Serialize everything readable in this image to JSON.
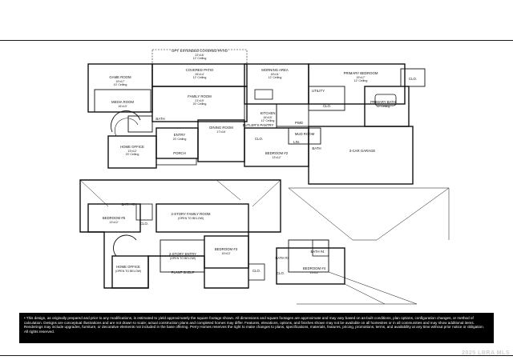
{
  "first_floor": {
    "rooms": [
      {
        "id": "covered-patio-ext",
        "name": "OPT. EXTENDED COVERED PATIO",
        "dims": "22'x16'",
        "ceiling": "12' Ceiling"
      },
      {
        "id": "covered-patio",
        "name": "COVERED PATIO",
        "dims": "26'x14'",
        "ceiling": "12' Ceiling"
      },
      {
        "id": "game-room",
        "name": "GAME ROOM",
        "dims": "19'x17'",
        "ceiling": "10' Ceiling"
      },
      {
        "id": "media-room",
        "name": "MEDIA ROOM",
        "dims": "16'x13'",
        "ceiling": ""
      },
      {
        "id": "family-room",
        "name": "FAMILY ROOM",
        "dims": "21'x19'",
        "ceiling": "20' Ceiling"
      },
      {
        "id": "morning-area",
        "name": "MORNING AREA",
        "dims": "16'x11'",
        "ceiling": "12' Ceiling"
      },
      {
        "id": "kitchen",
        "name": "KITCHEN",
        "dims": "16'x15'",
        "ceiling": "12' Ceiling"
      },
      {
        "id": "primary-bedroom",
        "name": "PRIMARY BEDROOM",
        "dims": "19'x17'",
        "ceiling": "12' Ceiling"
      },
      {
        "id": "primary-bath",
        "name": "PRIMARY BATH",
        "dims": "",
        "ceiling": "12' Ceiling"
      },
      {
        "id": "utility",
        "name": "UTILITY",
        "dims": "",
        "ceiling": ""
      },
      {
        "id": "pwd",
        "name": "PWD",
        "dims": "",
        "ceiling": ""
      },
      {
        "id": "mud-room",
        "name": "MUD ROOM",
        "dims": "",
        "ceiling": ""
      },
      {
        "id": "butlers-pantry",
        "name": "BUTLER'S PANTRY",
        "dims": "",
        "ceiling": ""
      },
      {
        "id": "dining-room",
        "name": "DINING ROOM",
        "dims": "17'x16'",
        "ceiling": ""
      },
      {
        "id": "entry",
        "name": "ENTRY",
        "dims": "",
        "ceiling": "20' Ceiling"
      },
      {
        "id": "home-office",
        "name": "HOME OFFICE",
        "dims": "13'x12'",
        "ceiling": "20' Ceiling"
      },
      {
        "id": "bath-2",
        "name": "BATH",
        "dims": "",
        "ceiling": ""
      },
      {
        "id": "bedroom-2",
        "name": "BEDROOM #2",
        "dims": "13'x12'",
        "ceiling": ""
      },
      {
        "id": "bath-1",
        "name": "BATH",
        "dims": "",
        "ceiling": ""
      },
      {
        "id": "porch",
        "name": "PORCH",
        "dims": "",
        "ceiling": ""
      },
      {
        "id": "garage",
        "name": "3-CAR GARAGE",
        "dims": "",
        "ceiling": ""
      },
      {
        "id": "clo-1",
        "name": "CLO.",
        "dims": "",
        "ceiling": ""
      },
      {
        "id": "clo-2",
        "name": "CLO.",
        "dims": "",
        "ceiling": ""
      },
      {
        "id": "clo-3",
        "name": "CLO.",
        "dims": "",
        "ceiling": ""
      },
      {
        "id": "lin",
        "name": "LIN.",
        "dims": "",
        "ceiling": ""
      }
    ]
  },
  "second_floor": {
    "rooms": [
      {
        "id": "bath-5",
        "name": "BATH #5",
        "dims": "",
        "ceiling": ""
      },
      {
        "id": "bedroom-5",
        "name": "BEDROOM #5",
        "dims": "13'x12'",
        "ceiling": ""
      },
      {
        "id": "family-room-open",
        "name": "2-STORY FAMILY ROOM",
        "dims": "",
        "ceiling": "(OPEN TO BELOW)"
      },
      {
        "id": "home-office-open",
        "name": "HOME OFFICE",
        "dims": "",
        "ceiling": "(OPEN TO BELOW)"
      },
      {
        "id": "entry-open",
        "name": "2-STORY ENTRY",
        "dims": "",
        "ceiling": "(OPEN TO BELOW)"
      },
      {
        "id": "bedroom-3",
        "name": "BEDROOM #3",
        "dims": "15'x12'",
        "ceiling": ""
      },
      {
        "id": "bath-3",
        "name": "BATH #3",
        "dims": "",
        "ceiling": ""
      },
      {
        "id": "bath-4",
        "name": "BATH #4",
        "dims": "",
        "ceiling": ""
      },
      {
        "id": "bedroom-4",
        "name": "BEDROOM #4",
        "dims": "13'x12'",
        "ceiling": ""
      },
      {
        "id": "plant-shelf",
        "name": "PLANT SHELF",
        "dims": "",
        "ceiling": ""
      },
      {
        "id": "clo-5",
        "name": "CLO.",
        "dims": "",
        "ceiling": ""
      },
      {
        "id": "clo-6",
        "name": "CLO.",
        "dims": "",
        "ceiling": ""
      },
      {
        "id": "clo-7",
        "name": "CLO.",
        "dims": "",
        "ceiling": ""
      }
    ]
  },
  "disclaimer": "• This design, as originally prepared and prior to any modifications, is estimated to yield approximately the square footage shown. All dimensions and square footages are approximate and may vary based on as-built conditions, plan options, configuration changes, or method of calculation. Designs are conceptual illustrations and are not drawn to scale; actual construction plans and completed homes may differ. Features, elevations, options, and finishes shown may not be available on all homesites or in all communities and may show additional items. Renderings may include upgrades, furniture, or decorative elements not included in the base offering. Perry Homes reserves the right to make changes to plans, specifications, materials, features, pricing, promotions, terms, and availability at any time without prior notice or obligation. All rights reserved.",
  "watermark": "2025 LBRA MLS"
}
